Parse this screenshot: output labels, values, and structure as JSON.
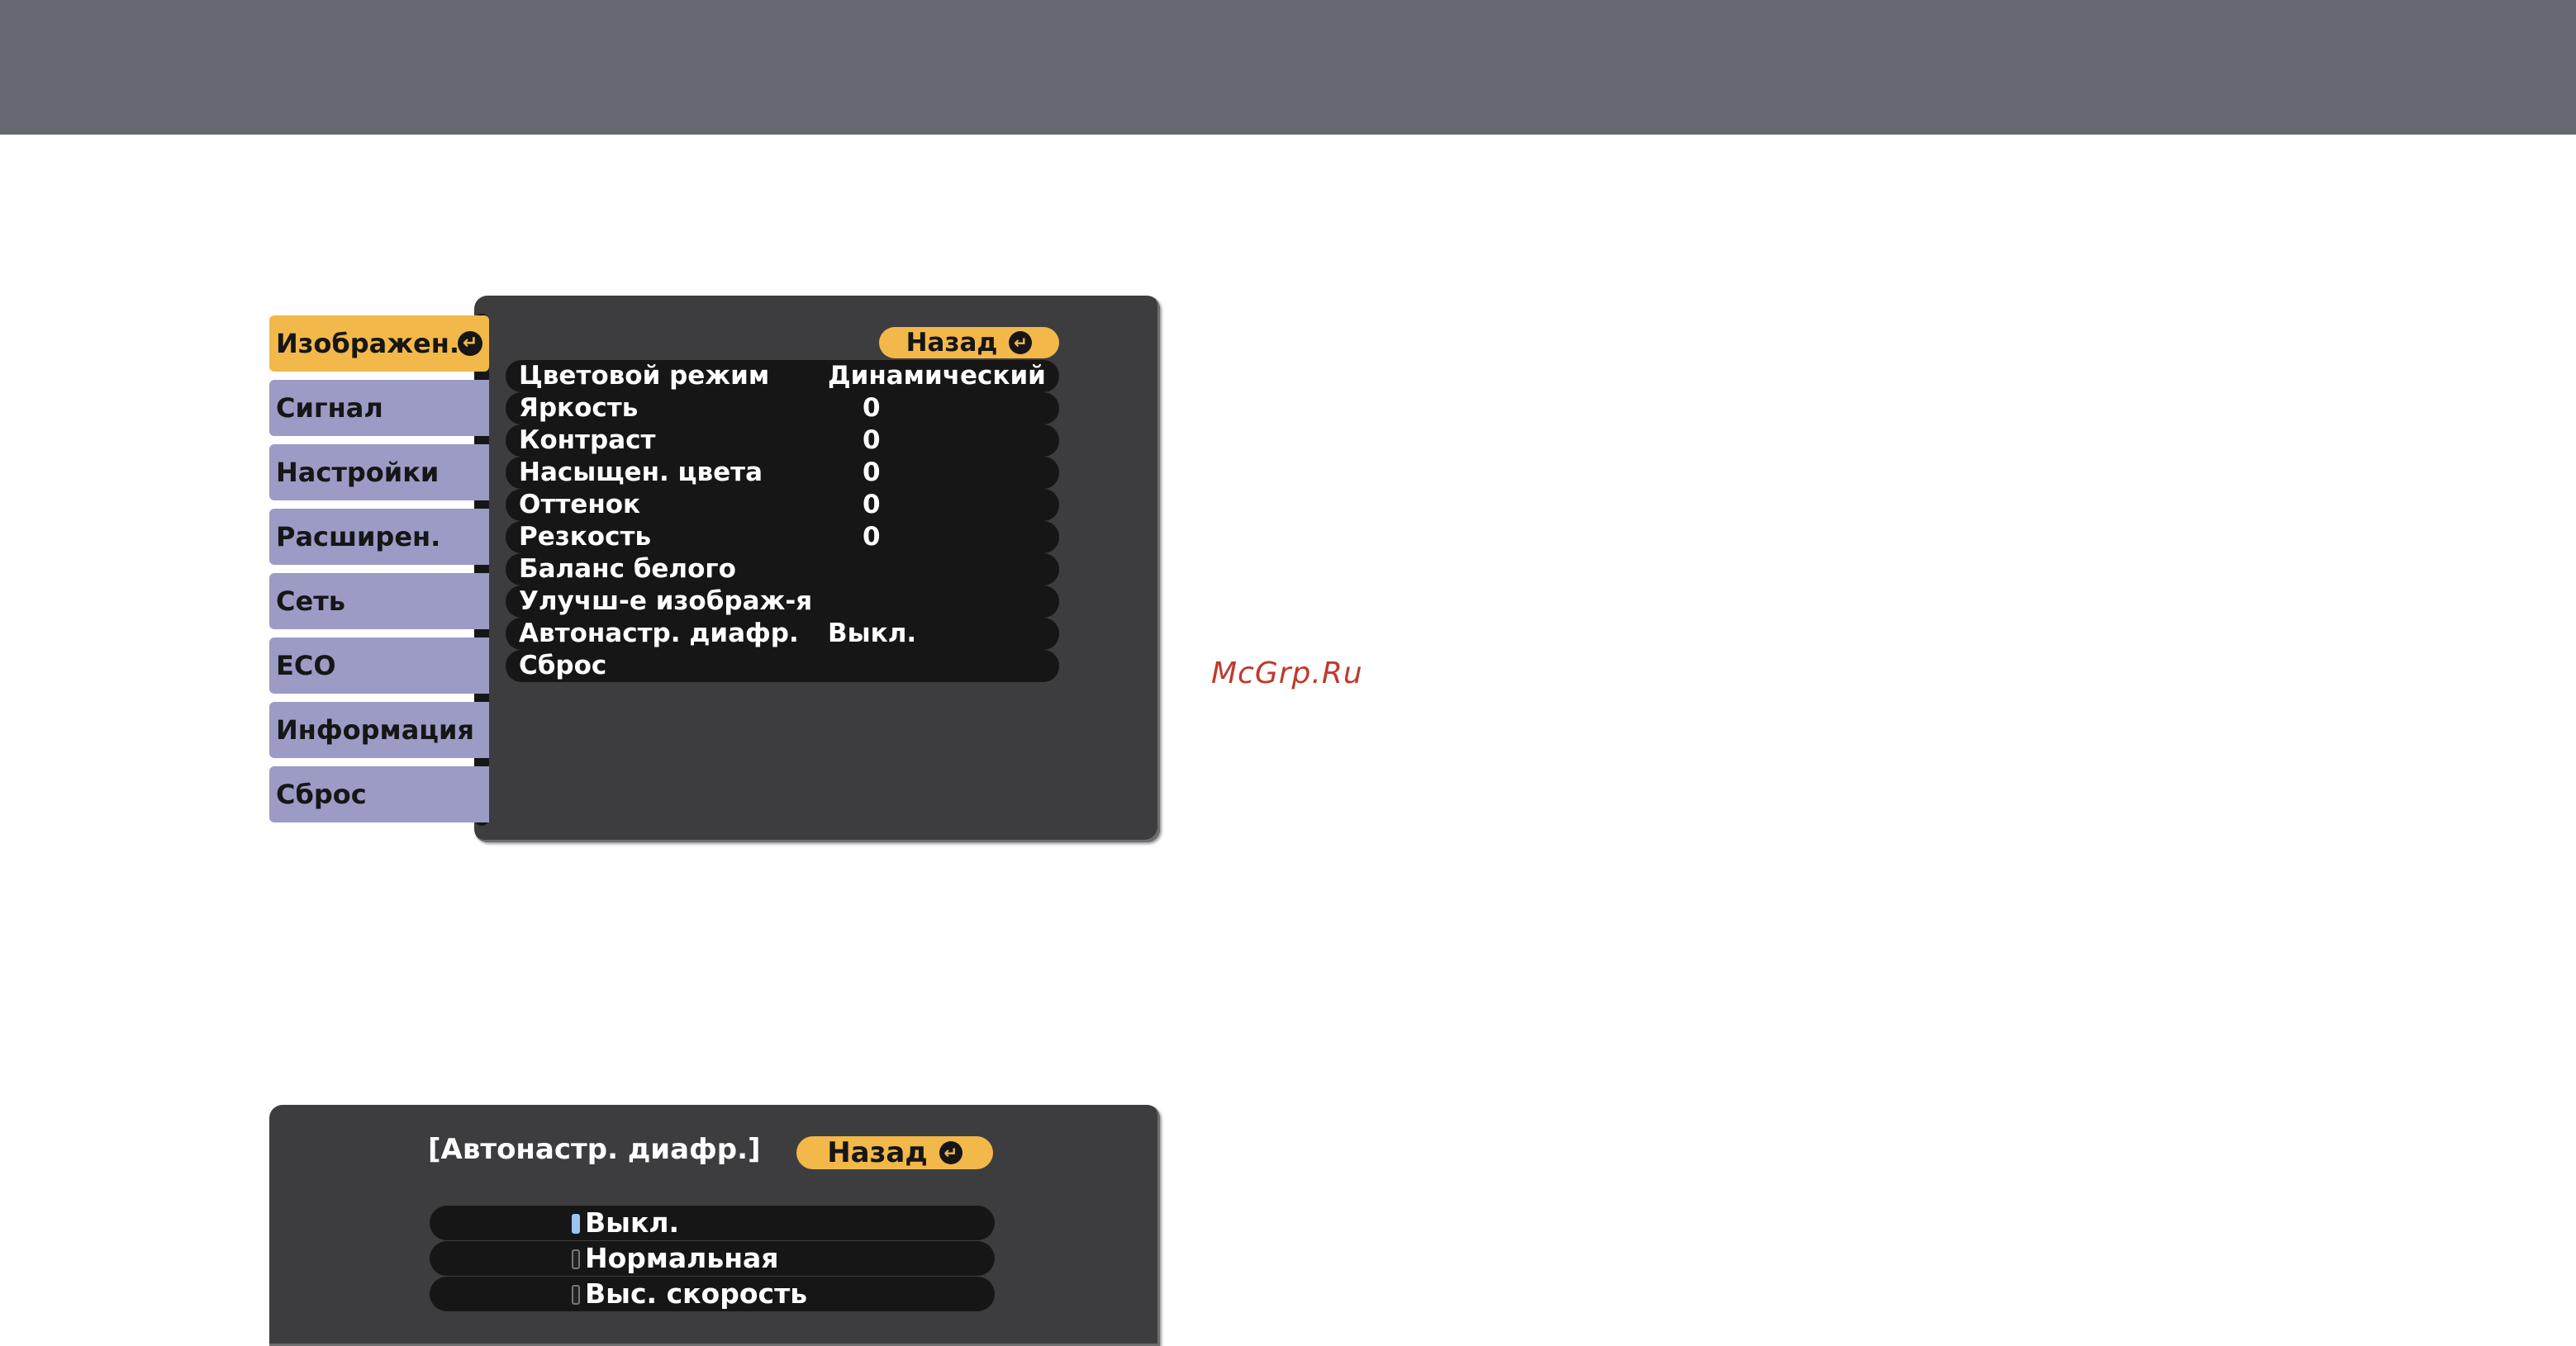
{
  "main_menu": {
    "tabs": [
      {
        "label": "Изображен.",
        "active": true
      },
      {
        "label": "Сигнал"
      },
      {
        "label": "Настройки"
      },
      {
        "label": "Расширен."
      },
      {
        "label": "Сеть"
      },
      {
        "label": "ECO"
      },
      {
        "label": "Информация"
      },
      {
        "label": "Сброс"
      }
    ],
    "back_label": "Назад",
    "enter_icon": "enter-icon",
    "items": [
      {
        "label": "Цветовой режим",
        "value": "Динамический"
      },
      {
        "label": "Яркость",
        "value": "0"
      },
      {
        "label": "Контраст",
        "value": "0"
      },
      {
        "label": "Насыщен. цвета",
        "value": "0"
      },
      {
        "label": "Оттенок",
        "value": "0"
      },
      {
        "label": "Резкость",
        "value": "0"
      },
      {
        "label": "Баланс белого",
        "value": ""
      },
      {
        "label": "Улучш-е изображ-я",
        "value": ""
      },
      {
        "label": "Автонастр. диафр.",
        "value": "Выкл."
      },
      {
        "label": "Сброс",
        "value": ""
      }
    ]
  },
  "watermark": "McGrp.Ru",
  "sub_menu": {
    "title": "[Автонастр. диафр.]",
    "back_label": "Назад",
    "options": [
      {
        "label": "Выкл.",
        "selected": true
      },
      {
        "label": "Нормальная",
        "selected": false
      },
      {
        "label": "Выс. скорость",
        "selected": false
      }
    ]
  },
  "colors": {
    "header_bar": "#666873",
    "accent": "#f3b84a",
    "tab": "#9b9bc6",
    "panel": "#3d3d3f",
    "row": "#161616"
  }
}
